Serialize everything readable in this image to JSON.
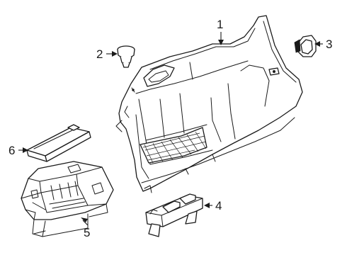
{
  "diagram": {
    "parts": [
      {
        "number": "1",
        "part": "quarter-trim-panel"
      },
      {
        "number": "2",
        "part": "retainer-clip"
      },
      {
        "number": "3",
        "part": "trim-clip"
      },
      {
        "number": "4",
        "part": "mounting-bracket"
      },
      {
        "number": "5",
        "part": "storage-tray"
      },
      {
        "number": "6",
        "part": "cover-panel"
      }
    ]
  }
}
